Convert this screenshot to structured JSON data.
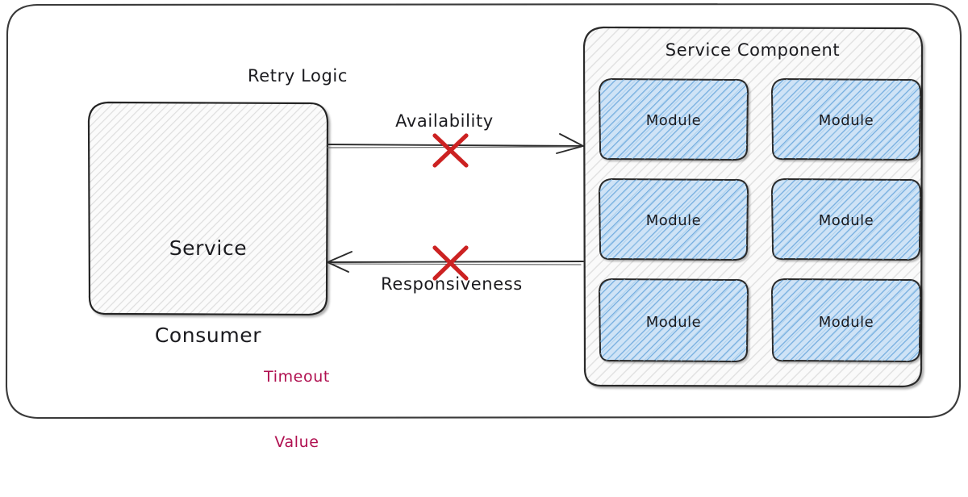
{
  "diagram": {
    "title_labels": {
      "retry_logic": "Retry Logic",
      "service_component": "Service Component",
      "timeout_value_line1": "Timeout",
      "timeout_value_line2": "Value"
    },
    "consumer": {
      "line1": "Service",
      "line2": "Consumer"
    },
    "edges": [
      {
        "label": "Availability",
        "direction": "right",
        "blocked": true,
        "marker": "red-x"
      },
      {
        "label": "Responsiveness",
        "direction": "left",
        "blocked": true,
        "marker": "red-x"
      }
    ],
    "modules": [
      {
        "label": "Module"
      },
      {
        "label": "Module"
      },
      {
        "label": "Module"
      },
      {
        "label": "Module"
      },
      {
        "label": "Module"
      },
      {
        "label": "Module"
      }
    ],
    "colors": {
      "stroke": "#1e1e1e",
      "module_fill": "#a8ccec",
      "module_hatch": "#5b9bd5",
      "panel_fill": "#fafafa",
      "panel_hatch": "#d8d8d8",
      "accent_red": "#cc2222",
      "accent_crimson": "#b01050",
      "background": "#ffffff"
    }
  }
}
